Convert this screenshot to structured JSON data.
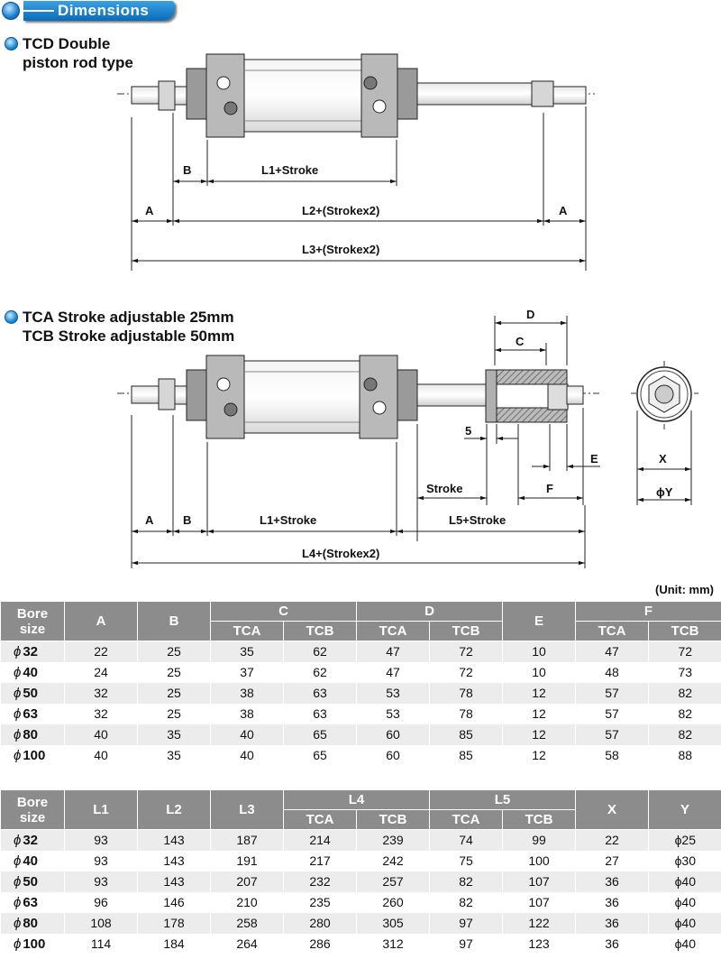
{
  "header": {
    "title": "Dimensions"
  },
  "section1": {
    "title_line1": "TCD Double",
    "title_line2": "piston rod type"
  },
  "section2": {
    "title_line1": "TCA Stroke adjustable 25mm",
    "title_line2": "TCB Stroke adjustable 50mm"
  },
  "diagram1": {
    "label_b": "B",
    "label_l1": "L1+Stroke",
    "label_a_left": "A",
    "label_l2": "L2+(Strokex2)",
    "label_a_right": "A",
    "label_l3": "L3+(Strokex2)"
  },
  "diagram2": {
    "label_d": "D",
    "label_c": "C",
    "label_5": "5",
    "label_e": "E",
    "label_x": "X",
    "label_y": "ϕY",
    "label_stroke": "Stroke",
    "label_f": "F",
    "label_a": "A",
    "label_b": "B",
    "label_l1": "L1+Stroke",
    "label_l5": "L5+Stroke",
    "label_l4": "L4+(Strokex2)"
  },
  "unit_note": "(Unit: mm)",
  "table1": {
    "headers": {
      "bore": "Bore",
      "size": "size",
      "a": "A",
      "b": "B",
      "c": "C",
      "d": "D",
      "e": "E",
      "f": "F",
      "tca1": "TCA",
      "tcb1": "TCB",
      "tca2": "TCA",
      "tcb2": "TCB",
      "tca3": "TCA",
      "tcb3": "TCB"
    },
    "rows": [
      {
        "phi": "ϕ",
        "bore": "32",
        "cells": [
          "22",
          "25",
          "35",
          "62",
          "47",
          "72",
          "10",
          "47",
          "72"
        ]
      },
      {
        "phi": "ϕ",
        "bore": "40",
        "cells": [
          "24",
          "25",
          "37",
          "62",
          "47",
          "72",
          "10",
          "48",
          "73"
        ]
      },
      {
        "phi": "ϕ",
        "bore": "50",
        "cells": [
          "32",
          "25",
          "38",
          "63",
          "53",
          "78",
          "12",
          "57",
          "82"
        ]
      },
      {
        "phi": "ϕ",
        "bore": "63",
        "cells": [
          "32",
          "25",
          "38",
          "63",
          "53",
          "78",
          "12",
          "57",
          "82"
        ]
      },
      {
        "phi": "ϕ",
        "bore": "80",
        "cells": [
          "40",
          "35",
          "40",
          "65",
          "60",
          "85",
          "12",
          "57",
          "82"
        ]
      },
      {
        "phi": "ϕ",
        "bore": "100",
        "cells": [
          "40",
          "35",
          "40",
          "65",
          "60",
          "85",
          "12",
          "58",
          "88"
        ]
      }
    ]
  },
  "table2": {
    "headers": {
      "bore": "Bore",
      "size": "size",
      "l1": "L1",
      "l2": "L2",
      "l3": "L3",
      "l4": "L4",
      "l5": "L5",
      "x": "X",
      "y": "Y",
      "tca1": "TCA",
      "tcb1": "TCB",
      "tca2": "TCA",
      "tcb2": "TCB"
    },
    "rows": [
      {
        "phi": "ϕ",
        "bore": "32",
        "cells": [
          "93",
          "143",
          "187",
          "214",
          "239",
          "74",
          "99",
          "22",
          "ϕ25"
        ]
      },
      {
        "phi": "ϕ",
        "bore": "40",
        "cells": [
          "93",
          "143",
          "191",
          "217",
          "242",
          "75",
          "100",
          "27",
          "ϕ30"
        ]
      },
      {
        "phi": "ϕ",
        "bore": "50",
        "cells": [
          "93",
          "143",
          "207",
          "232",
          "257",
          "82",
          "107",
          "36",
          "ϕ40"
        ]
      },
      {
        "phi": "ϕ",
        "bore": "63",
        "cells": [
          "96",
          "146",
          "210",
          "235",
          "260",
          "82",
          "107",
          "36",
          "ϕ40"
        ]
      },
      {
        "phi": "ϕ",
        "bore": "80",
        "cells": [
          "108",
          "178",
          "258",
          "280",
          "305",
          "97",
          "122",
          "36",
          "ϕ40"
        ]
      },
      {
        "phi": "ϕ",
        "bore": "100",
        "cells": [
          "114",
          "184",
          "264",
          "286",
          "312",
          "97",
          "123",
          "36",
          "ϕ40"
        ]
      }
    ]
  }
}
